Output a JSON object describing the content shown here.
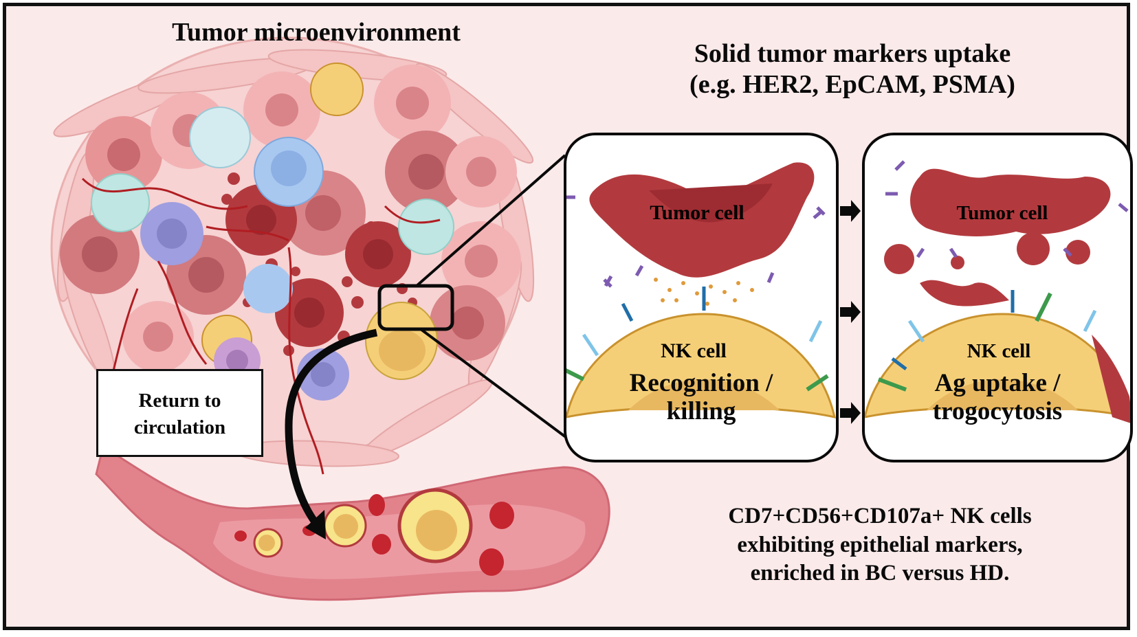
{
  "figure": {
    "left_section": {
      "title": "Tumor microenvironment",
      "callout_box": {
        "line1": "Return to",
        "line2": "circulation"
      }
    },
    "right_section": {
      "title_line1": "Solid tumor markers uptake",
      "title_line2": "(e.g. HER2, EpCAM, PSMA)",
      "panels": [
        {
          "tumor_label": "Tumor cell",
          "nk_label": "NK cell",
          "step_line1": "Recognition /",
          "step_line2": "killing"
        },
        {
          "tumor_label": "Tumor cell",
          "nk_label": "NK cell",
          "step_line1": "Ag uptake /",
          "step_line2": "trogocytosis"
        }
      ],
      "arrows_between_panels": 3
    },
    "summary": {
      "line1": "CD7+CD56+CD107a+ NK cells",
      "line2": "exhibiting epithelial markers,",
      "line3": "enriched in BC versus HD."
    }
  },
  "colors": {
    "background": "#fbeaea",
    "tumor_cell": "#b23a3e",
    "nk_cell": "#f5cf78",
    "nk_membrane": "#c9922d",
    "vessel": "#e2838c",
    "immune_blue": "#a8c8f0",
    "immune_purple": "#9f9ee0",
    "immune_teal": "#bfe6e2",
    "receptor_purple": "#7d5bb0",
    "receptor_lightblue": "#7fc4e8",
    "receptor_darkblue": "#1f6ea8",
    "receptor_green": "#3d9a4c"
  }
}
